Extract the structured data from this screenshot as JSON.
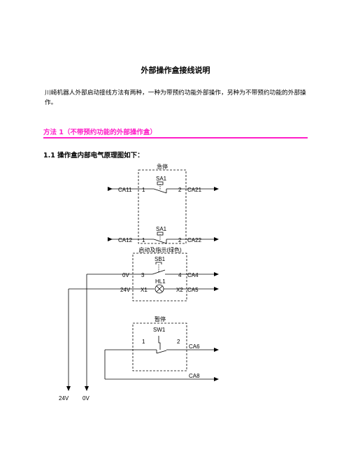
{
  "doc": {
    "title": "外部操作盒接线说明",
    "intro": "川崎机器人外部启动接线方法有两种，一种为带预约功能外部操作，另种为不带预约功能的外部操作。",
    "method_heading": "方法 1（不带预约功能的外部操作盒）",
    "subheading": "1.1 操作盒内部电气原理图如下："
  },
  "diagram": {
    "box1": {
      "title": "急停",
      "switches": [
        {
          "label": "SA1",
          "left_tag": "CA11",
          "left_pin": "1",
          "right_pin": "2",
          "right_tag": "CA21"
        },
        {
          "label": "SA1",
          "left_tag": "CA12",
          "left_pin": "1",
          "right_pin": "2",
          "right_tag": "CA22"
        }
      ]
    },
    "box2": {
      "title": "启动及指示(绿色)",
      "switch": {
        "label": "SB1",
        "left_tag": "0V",
        "left_pin": "3",
        "right_pin": "4",
        "right_tag": "CA4"
      },
      "lamp": {
        "label": "HL1",
        "left_tag": "24V",
        "left_pin": "X1",
        "right_pin": "X2",
        "right_tag": "CA5"
      }
    },
    "box3": {
      "title": "暂停",
      "switch": {
        "label": "SW1",
        "left_pin": "1",
        "right_pin": "2",
        "right_tag": "CA6"
      },
      "line_tag": "CA8"
    },
    "bottom_labels": {
      "left": "24V",
      "right": "0V"
    }
  }
}
